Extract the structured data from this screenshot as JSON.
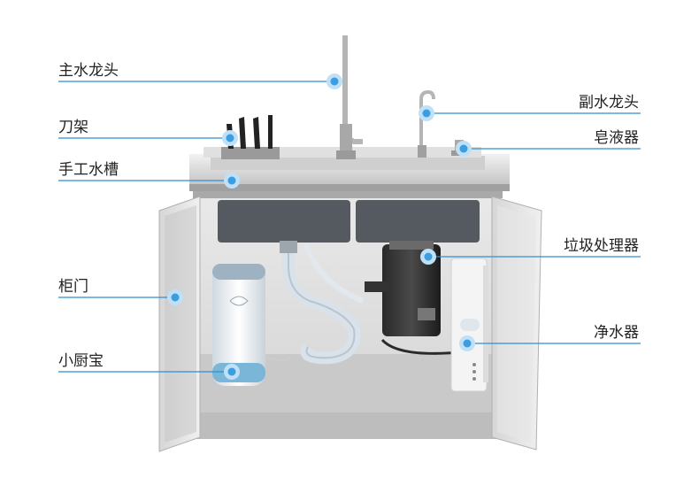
{
  "labels": {
    "main_faucet": "主水龙头",
    "knife_rack": "刀架",
    "handmade_sink": "手工水槽",
    "cabinet_door": "柜门",
    "small_water_heater": "小厨宝",
    "secondary_faucet": "副水龙头",
    "soap_dispenser": "皂液器",
    "garbage_disposer": "垃圾处理器",
    "water_purifier": "净水器"
  },
  "colors": {
    "leader_line": "#2f8fd0",
    "dot_outer": "#bfe0f7",
    "dot_inner": "#3b9ee0"
  }
}
